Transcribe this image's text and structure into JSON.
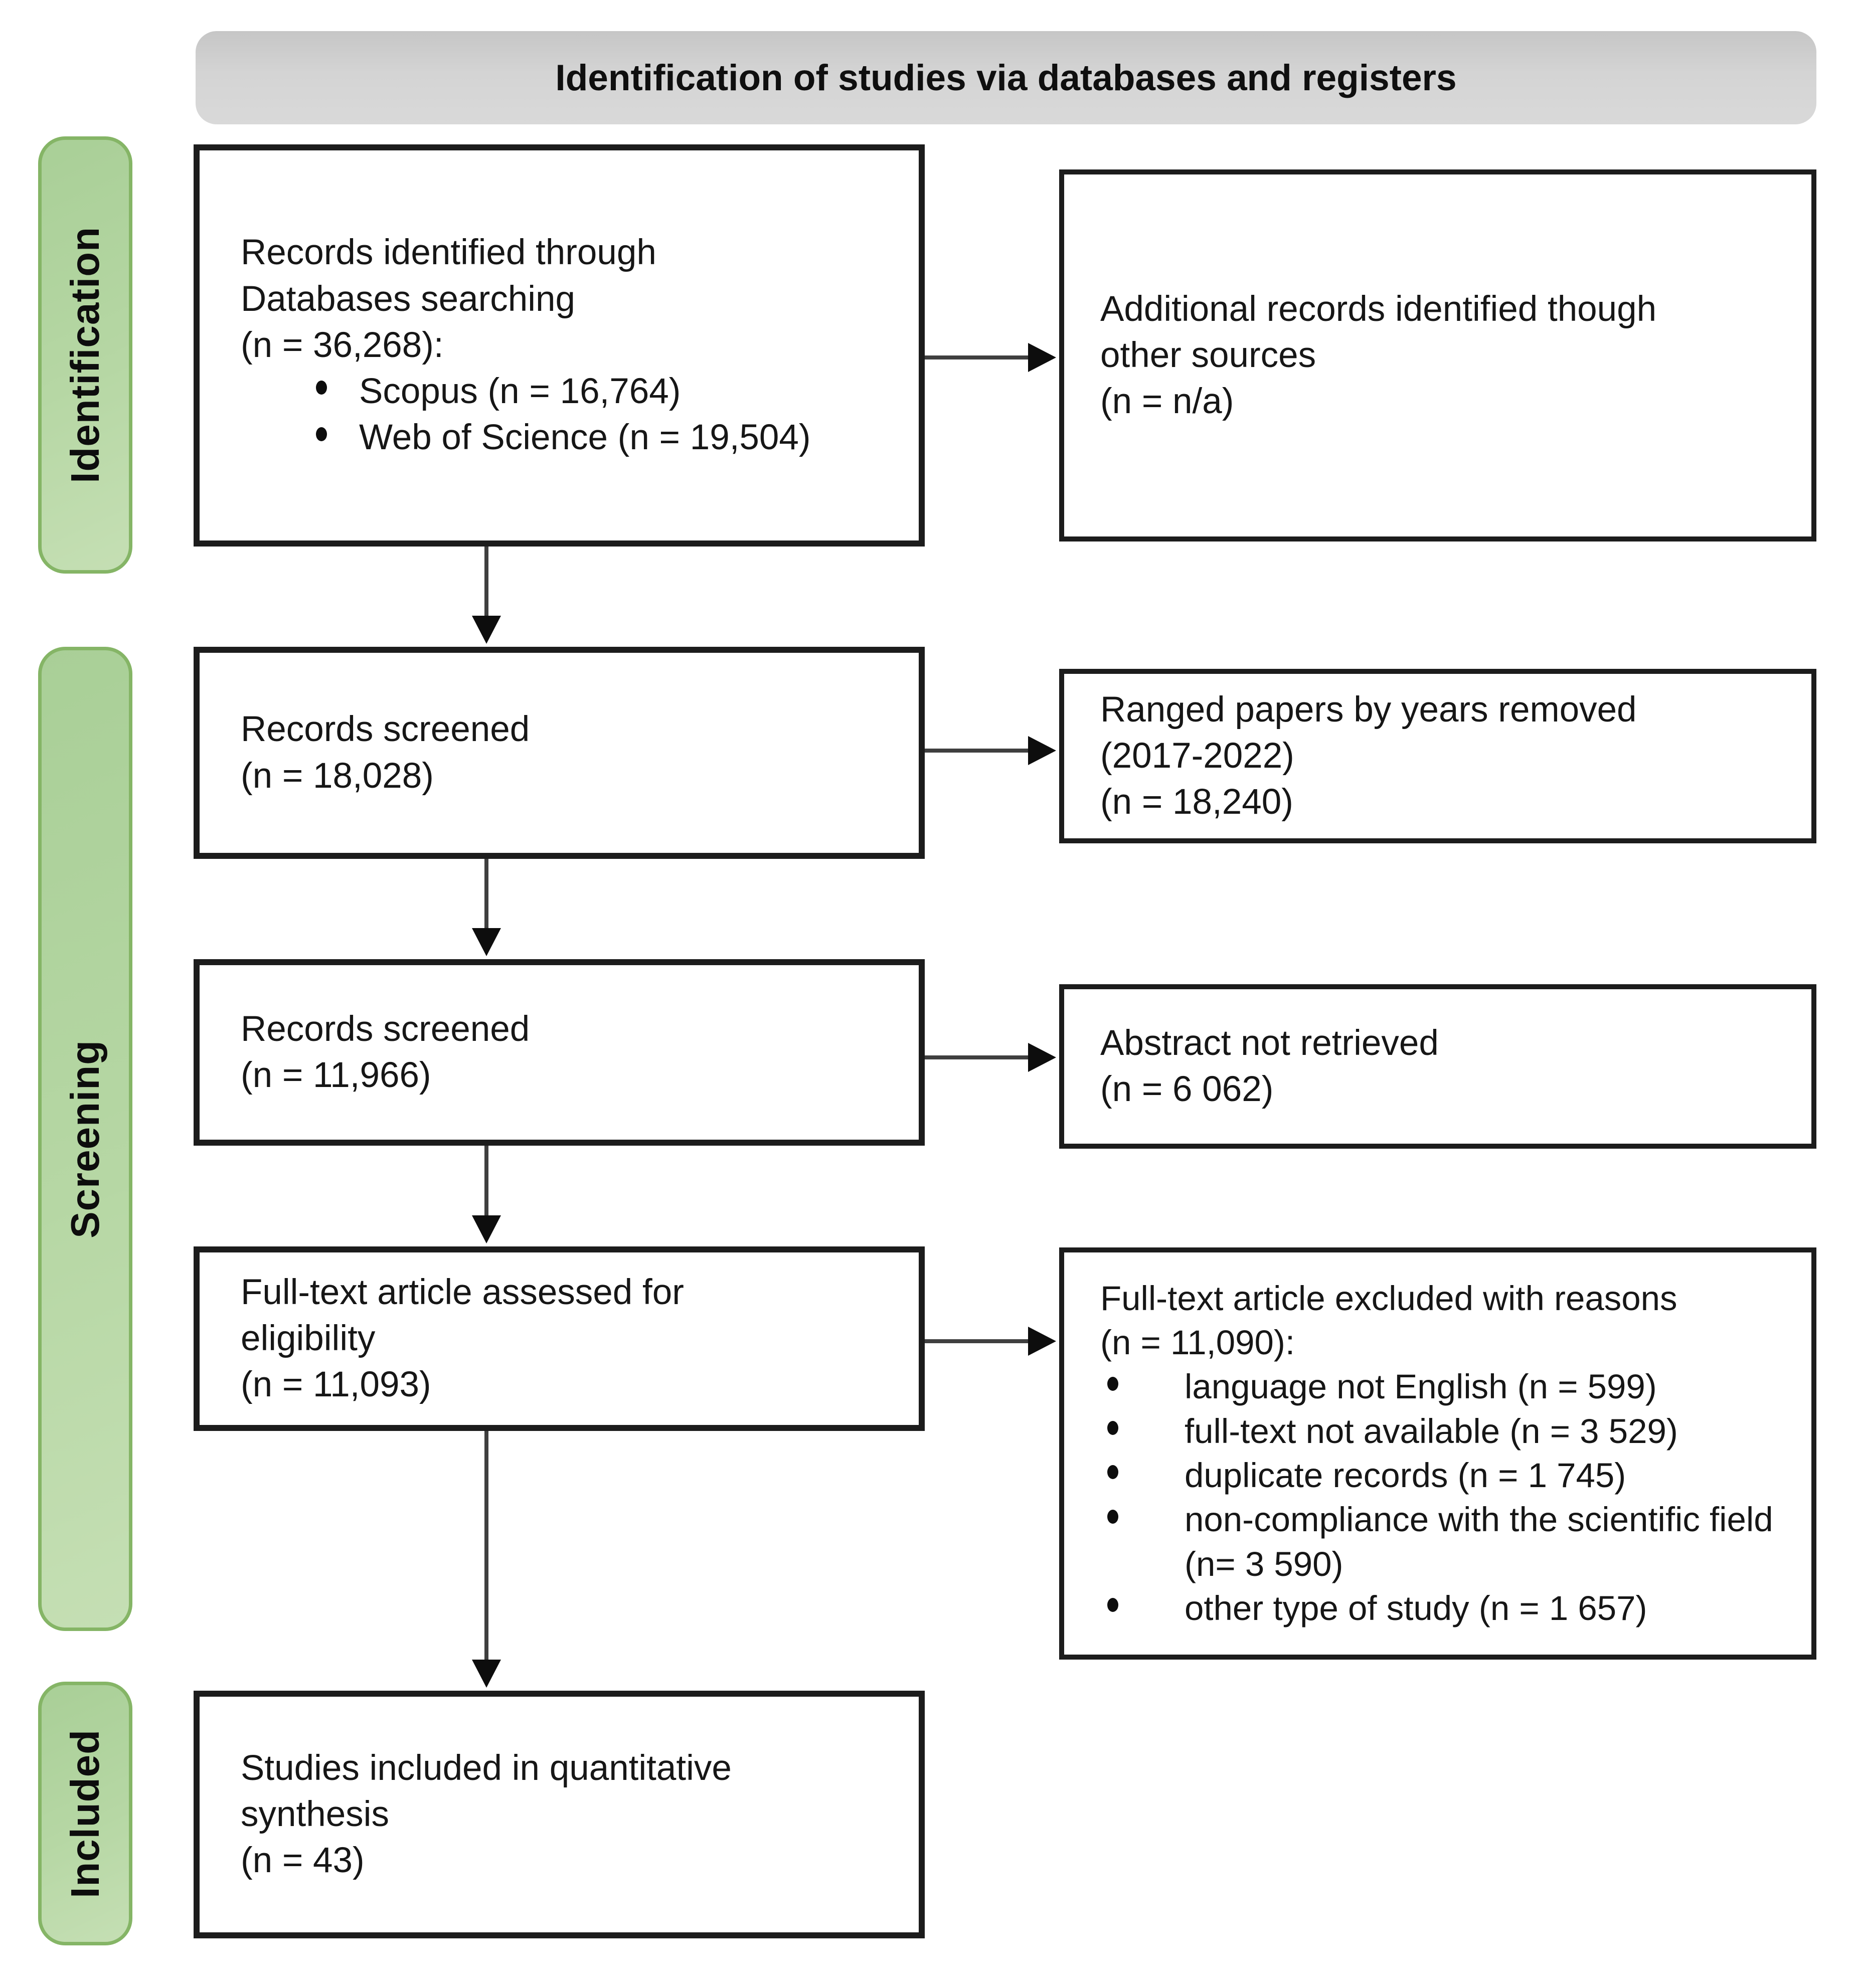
{
  "diagram": {
    "title": "Identification of studies via databases and registers",
    "stages": {
      "identification": "Identification",
      "screening": "Screening",
      "included": "Included"
    },
    "boxes": {
      "records_identified": {
        "lines": [
          "Records identified through",
          "Databases searching",
          "(n = 36,268):"
        ],
        "bullets": [
          "Scopus (n = 16,764)",
          "Web of Science (n = 19,504)"
        ]
      },
      "additional_records": {
        "lines": [
          "Additional records identified though",
          "other sources",
          "(n = n/a)"
        ]
      },
      "records_screened_1": {
        "lines": [
          "Records screened",
          "(n = 18,028)"
        ]
      },
      "ranged_papers": {
        "lines": [
          "Ranged papers by years removed",
          "(2017-2022)",
          "(n = 18,240)"
        ]
      },
      "records_screened_2": {
        "lines": [
          "Records screened",
          "(n = 11,966)"
        ]
      },
      "abstract_not_retrieved": {
        "lines": [
          "Abstract not retrieved",
          "(n = 6 062)"
        ]
      },
      "fulltext_assessed": {
        "lines": [
          "Full-text article assessed for",
          "eligibility",
          "(n = 11,093)"
        ]
      },
      "fulltext_excluded": {
        "lines": [
          "Full-text article excluded with reasons",
          "(n = 11,090):"
        ],
        "bullets": [
          "language not English (n = 599)",
          "full-text not available (n = 3 529)",
          "duplicate records (n = 1 745)",
          "non-compliance with the scientific field (n= 3 590)",
          "other type of study (n = 1 657)"
        ]
      },
      "studies_included": {
        "lines": [
          "Studies included in quantitative",
          "synthesis",
          "(n = 43)"
        ]
      }
    },
    "colors": {
      "stage_fill": "#b6d7a4",
      "stage_border": "#85b566",
      "title_fill": "#d2d2d2",
      "box_border": "#1c1c1c",
      "arrow": "#0d0d0d"
    }
  }
}
